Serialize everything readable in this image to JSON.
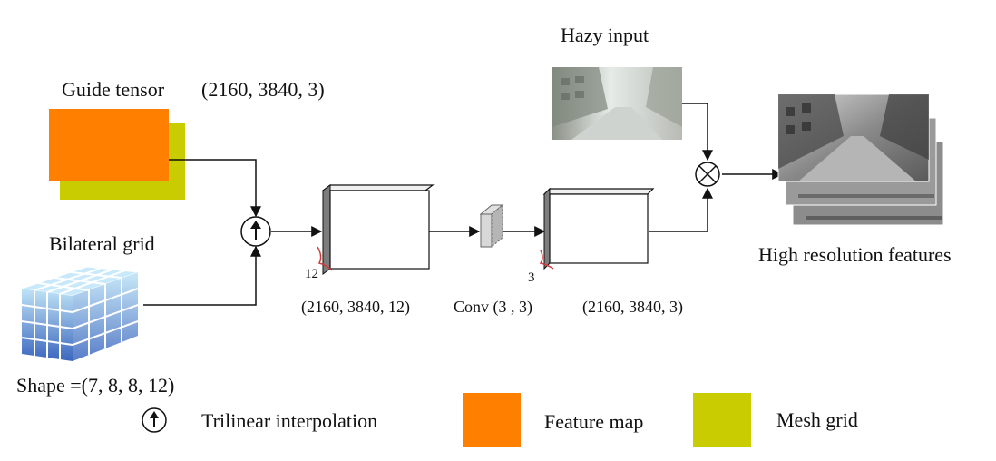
{
  "labels": {
    "hazy_input": "Hazy input",
    "guide_tensor": "Guide tensor",
    "guide_shape": "(2160, 3840, 3)",
    "bilateral_grid": "Bilateral grid",
    "grid_shape": "Shape =(7, 8, 8, 12)",
    "block1_channels": "12",
    "block1_shape": "(2160, 3840, 12)",
    "conv": "Conv (3 , 3)",
    "block2_channels": "3",
    "block2_shape": "(2160, 3840, 3)",
    "output": "High resolution features"
  },
  "legend": {
    "trilinear": "Trilinear  interpolation",
    "feature_map": "Feature map",
    "mesh_grid": "Mesh grid"
  },
  "colors": {
    "feature_map": "#ff7f00",
    "mesh_grid": "#c8cc00",
    "grid_light": "#9fd4f0",
    "grid_dark": "#3a6fc0"
  },
  "icons": {
    "trilinear": "circled-up-arrow-icon",
    "multiply": "circled-x-icon"
  }
}
